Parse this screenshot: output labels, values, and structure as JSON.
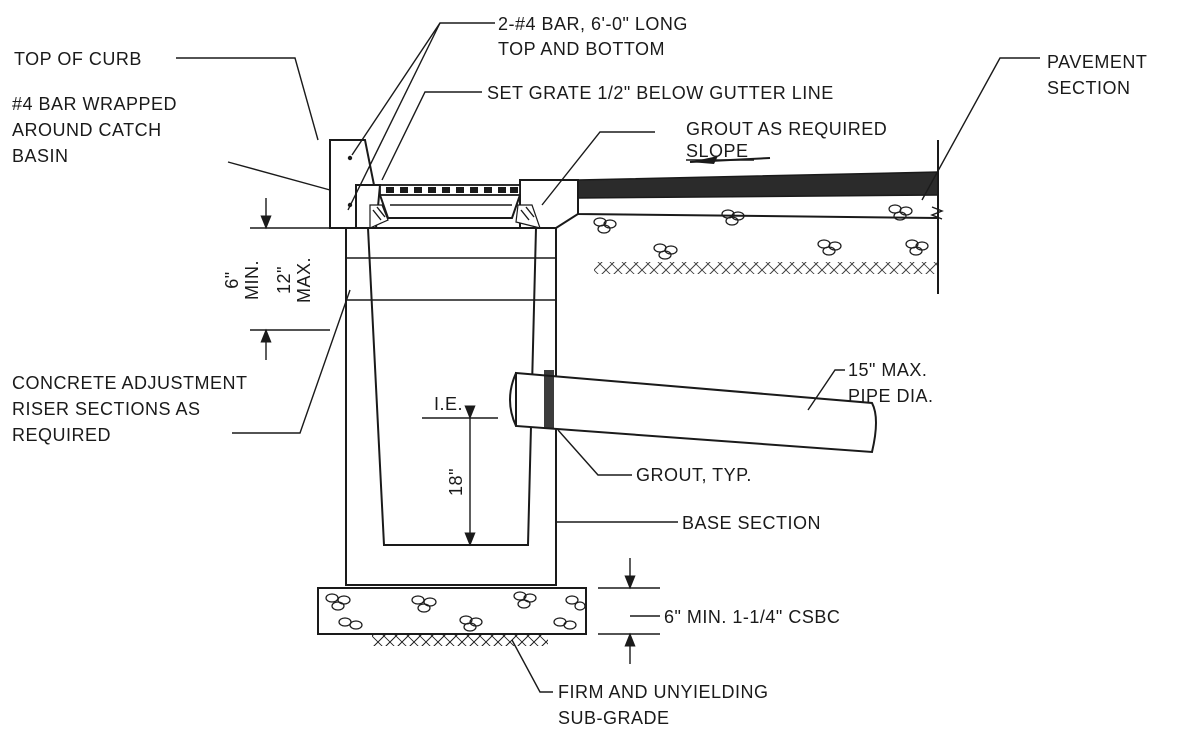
{
  "labels": {
    "top_of_curb": "TOP OF CURB",
    "bar_wrapped_1": "#4 BAR WRAPPED",
    "bar_wrapped_2": "AROUND CATCH",
    "bar_wrapped_3": "BASIN",
    "bars_1": "2-#4 BAR, 6'-0\" LONG",
    "bars_2": "TOP AND BOTTOM",
    "set_grate": "SET GRATE 1/2\" BELOW GUTTER LINE",
    "grout_required": "GROUT AS REQUIRED",
    "slope": "SLOPE",
    "pavement_1": "PAVEMENT",
    "pavement_2": "SECTION",
    "dim_6_min_a": "6\"",
    "dim_6_min_b": "MIN.",
    "dim_12_max_a": "12\"",
    "dim_12_max_b": "MAX.",
    "riser_1": "CONCRETE ADJUSTMENT",
    "riser_2": "RISER SECTIONS AS",
    "riser_3": "REQUIRED",
    "pipe_1": "15\" MAX.",
    "pipe_2": "PIPE DIA.",
    "ie": "I.E.",
    "dim_18": "18\"",
    "grout_typ": "GROUT, TYP.",
    "base_section": "BASE SECTION",
    "csbc": "6\" MIN. 1-1/4\" CSBC",
    "subgrade_1": "FIRM AND UNYIELDING",
    "subgrade_2": "SUB-GRADE"
  }
}
